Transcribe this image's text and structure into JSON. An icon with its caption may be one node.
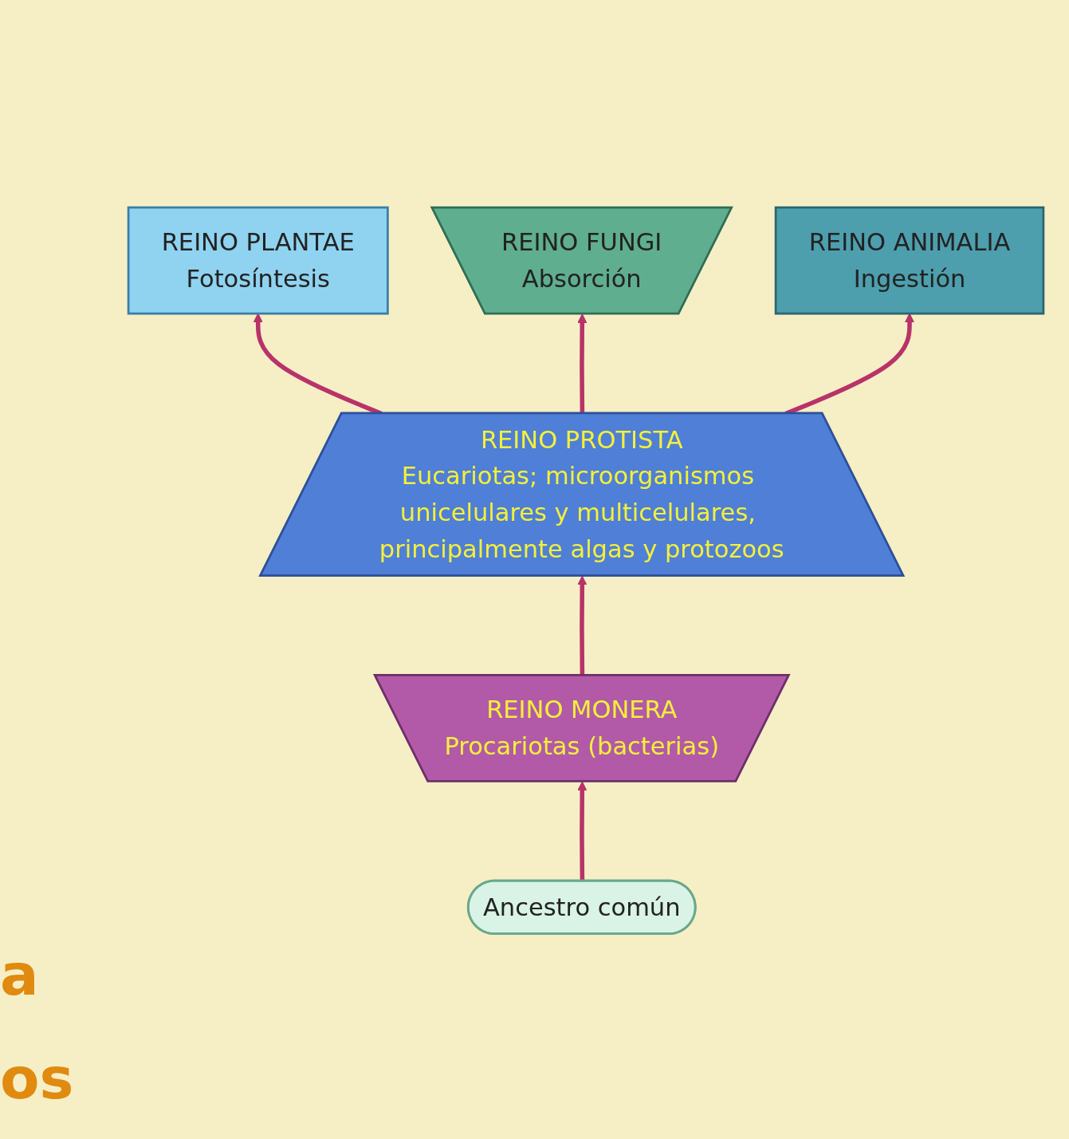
{
  "diagram": {
    "nodes": [
      {
        "text": [
          "REINO PLANTAE",
          "Fotosíntesis"
        ]
      },
      {
        "text": [
          "REINO FUNGI",
          "Absorción"
        ]
      },
      {
        "text": [
          "REINO ANIMALIA",
          "Ingestión"
        ]
      },
      {
        "text": [
          "REINO PROTISTA",
          "Eucariotas; microorganismos unicelulares y multicelulares, principalmente algas y protozoos"
        ]
      },
      {
        "text": [
          "REINO MONERA",
          "Procariotas (bacterias)"
        ]
      },
      {
        "text": [
          "Ancestro común"
        ]
      }
    ],
    "edges": [
      {
        "from": 5,
        "to": 4,
        "arrow": "to"
      },
      {
        "from": 4,
        "to": 3,
        "arrow": "to"
      },
      {
        "from": 3,
        "to": 0,
        "arrow": "to"
      },
      {
        "from": 3,
        "to": 1,
        "arrow": "to"
      },
      {
        "from": 3,
        "to": 2,
        "arrow": "to"
      }
    ],
    "labels": [
      "a",
      "os"
    ]
  }
}
